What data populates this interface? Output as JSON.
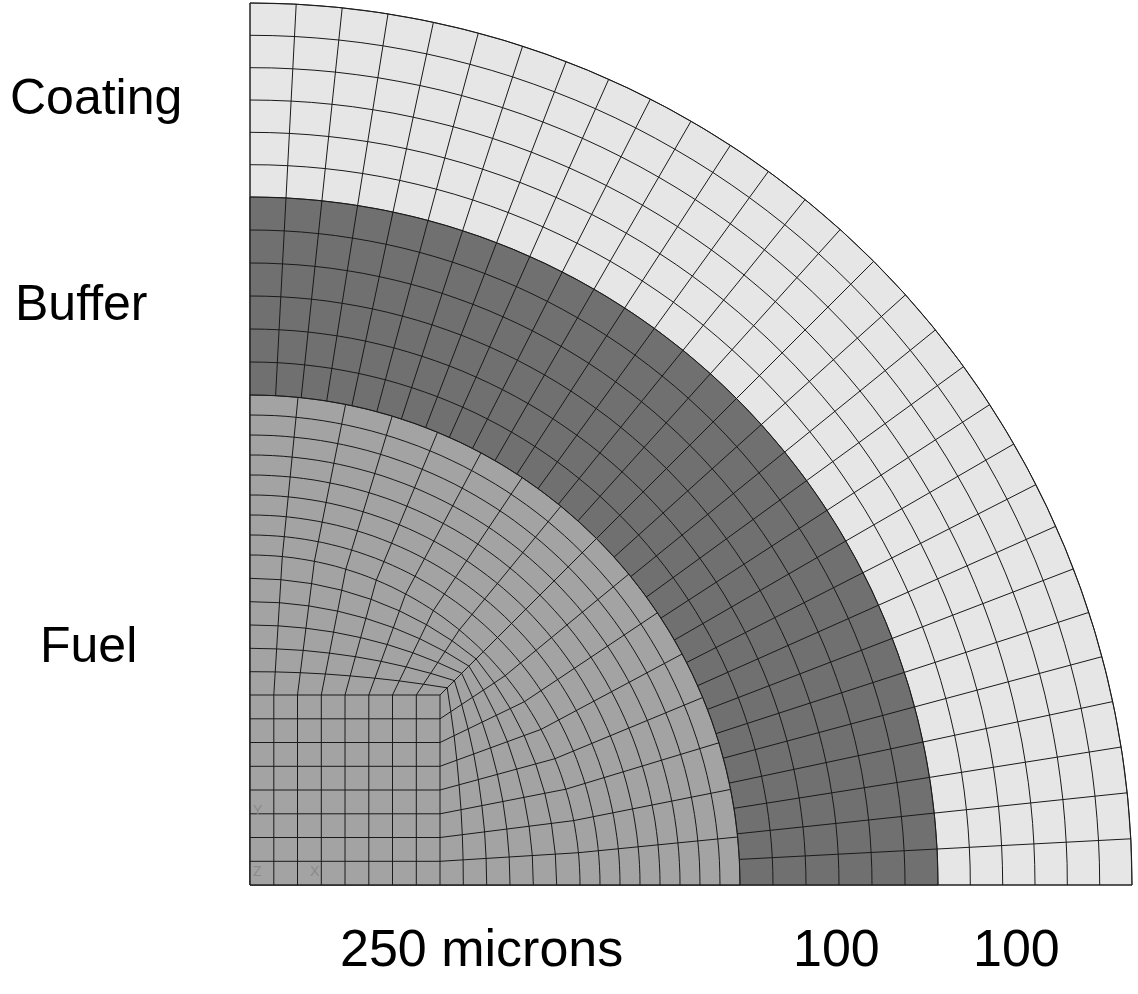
{
  "diagram": {
    "labels": [
      "Coating",
      "Buffer",
      "Fuel",
      "250 microns",
      "100",
      "100",
      "Y",
      "Z",
      "X"
    ]
  }
}
